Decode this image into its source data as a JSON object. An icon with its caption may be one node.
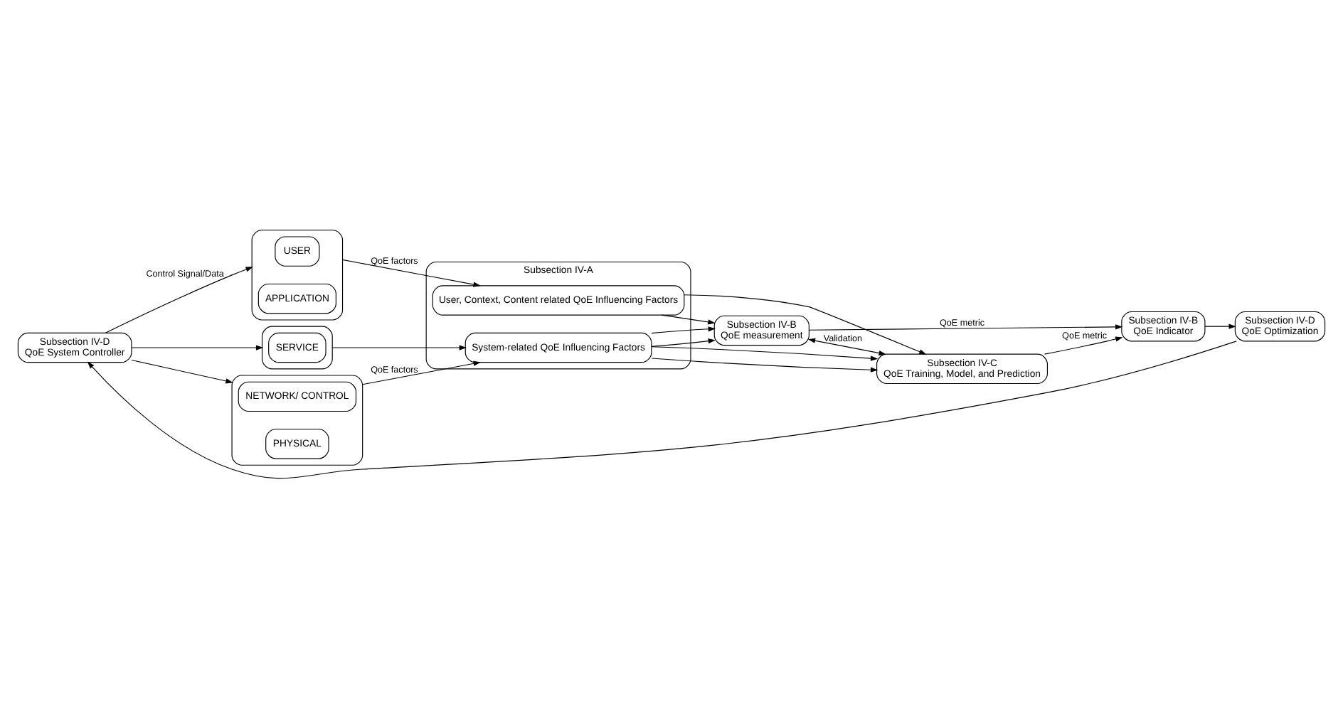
{
  "diagram": {
    "nodes": [
      {
        "text": [
          "Subsection IV-D",
          "QoE System Controller"
        ]
      },
      {
        "text": [],
        "shape": "box"
      },
      {
        "text": [
          "USER"
        ],
        "in": 1
      },
      {
        "text": [
          "APPLICATION"
        ],
        "in": 1
      },
      {
        "text": [],
        "shape": "box"
      },
      {
        "text": [
          "SERVICE"
        ],
        "in": 4
      },
      {
        "text": [],
        "shape": "box"
      },
      {
        "text": [
          "NETWORK/ CONTROL"
        ],
        "in": 6
      },
      {
        "text": [
          "PHYSICAL"
        ],
        "in": 6
      },
      {
        "text": [
          "Subsection IV-A"
        ]
      },
      {
        "text": [
          "User, Context, Content related QoE Influencing Factors"
        ],
        "in": 9
      },
      {
        "text": [
          "System-related QoE Influencing Factors"
        ],
        "in": 9
      },
      {
        "text": [
          "Subsection IV-B",
          "QoE measurement"
        ]
      },
      {
        "text": [
          "Subsection IV-C",
          "QoE Training, Model, and Prediction"
        ]
      },
      {
        "text": [
          "Subsection IV-B",
          "QoE Indicator"
        ]
      },
      {
        "text": [
          "Subsection IV-D",
          "QoE Optimization"
        ]
      }
    ],
    "edges": [
      {
        "from": 0,
        "to": 1,
        "arrow": "to",
        "label": "Control Signal/Data"
      },
      {
        "from": 0,
        "to": 4,
        "arrow": "to"
      },
      {
        "from": 0,
        "to": 6,
        "arrow": "to"
      },
      {
        "from": 1,
        "to": 10,
        "arrow": "to",
        "label": "QoE factors"
      },
      {
        "from": 4,
        "to": 11,
        "arrow": "to"
      },
      {
        "from": 6,
        "to": 11,
        "arrow": "to",
        "label": "QoE factors"
      },
      {
        "from": 10,
        "to": 12,
        "arrow": "to"
      },
      {
        "from": 10,
        "to": 13,
        "arrow": "to"
      },
      {
        "from": 11,
        "to": 12,
        "arrow": "to"
      },
      {
        "from": 11,
        "to": 12,
        "arrow": "to"
      },
      {
        "from": 11,
        "to": 13,
        "arrow": "to"
      },
      {
        "from": 11,
        "to": 13,
        "arrow": "to"
      },
      {
        "from": 12,
        "to": 13,
        "arrow": "both",
        "label": "Validation"
      },
      {
        "from": 12,
        "to": 14,
        "arrow": "to",
        "label": "QoE metric"
      },
      {
        "from": 13,
        "to": 14,
        "arrow": "to",
        "label": "QoE metric"
      },
      {
        "from": 14,
        "to": 15,
        "arrow": "to"
      },
      {
        "from": 15,
        "to": 0,
        "arrow": "to"
      }
    ]
  }
}
